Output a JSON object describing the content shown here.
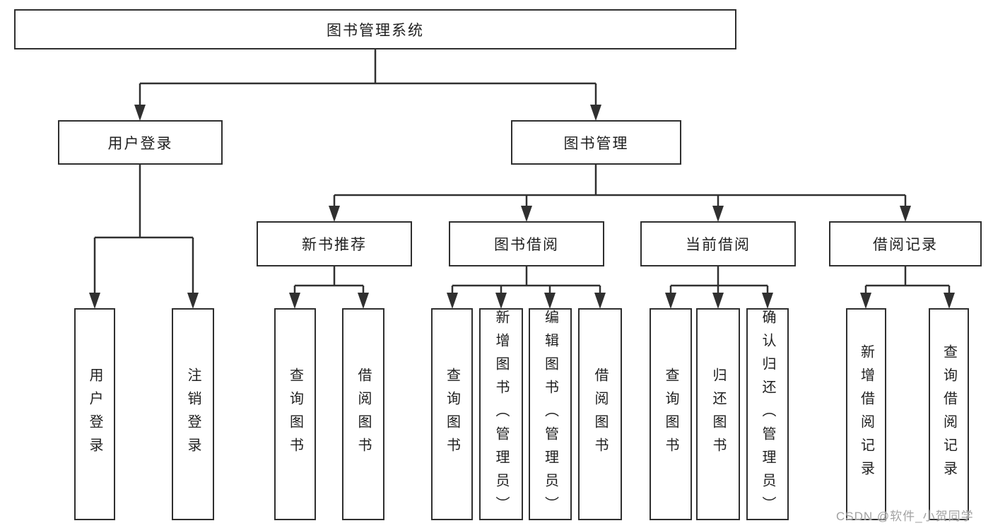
{
  "nodes": {
    "root": {
      "label": "图书管理系统"
    },
    "level2": [
      {
        "label": "用户登录"
      },
      {
        "label": "图书管理"
      }
    ],
    "level3": [
      {
        "label": "新书推荐"
      },
      {
        "label": "图书借阅"
      },
      {
        "label": "当前借阅"
      },
      {
        "label": "借阅记录"
      }
    ],
    "leaves": [
      {
        "label": "用户登录",
        "parent": "用户登录"
      },
      {
        "label": "注销登录",
        "parent": "用户登录"
      },
      {
        "label": "查询图书",
        "parent": "新书推荐"
      },
      {
        "label": "借阅图书",
        "parent": "新书推荐"
      },
      {
        "label": "查询图书",
        "parent": "图书借阅"
      },
      {
        "label": "新增图书（管理员）",
        "parent": "图书借阅"
      },
      {
        "label": "编辑图书（管理员）",
        "parent": "图书借阅"
      },
      {
        "label": "借阅图书",
        "parent": "图书借阅"
      },
      {
        "label": "查询图书",
        "parent": "当前借阅"
      },
      {
        "label": "归还图书",
        "parent": "当前借阅"
      },
      {
        "label": "确认归还（管理员）",
        "parent": "当前借阅"
      },
      {
        "label": "新增借阅记录",
        "parent": "借阅记录"
      },
      {
        "label": "查询借阅记录",
        "parent": "借阅记录"
      }
    ]
  },
  "watermark": {
    "text": "CSDN @软件_小贺同学"
  },
  "colors": {
    "line": "#303030",
    "box_border": "#2f2f2f",
    "text": "#1f1f1f",
    "watermark": "#a3a3a3",
    "background": "#ffffff"
  }
}
